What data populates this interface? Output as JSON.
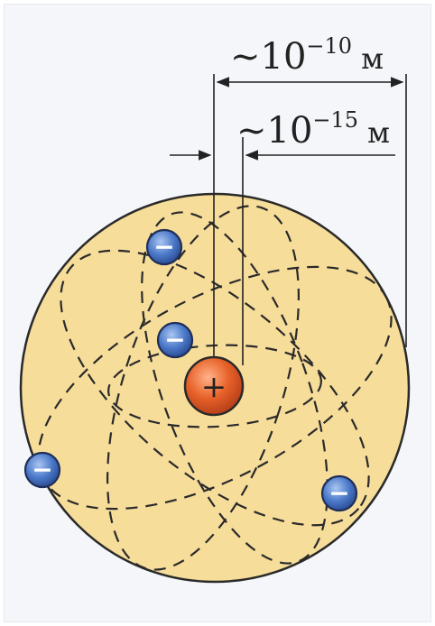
{
  "labels": {
    "atom_size": {
      "base": "~10",
      "exp": "−10",
      "unit": "м"
    },
    "nucleus_size": {
      "base": "~10",
      "exp": "−15",
      "unit": "м"
    }
  },
  "symbols": {
    "nucleus": "+",
    "electron": "−"
  },
  "colors": {
    "atom_fill": "#f7dd9a",
    "atom_stroke": "#2a2a2a",
    "nucleus": "#e06a2a",
    "electron": "#4a78c8",
    "background": "#f4f6f9"
  }
}
